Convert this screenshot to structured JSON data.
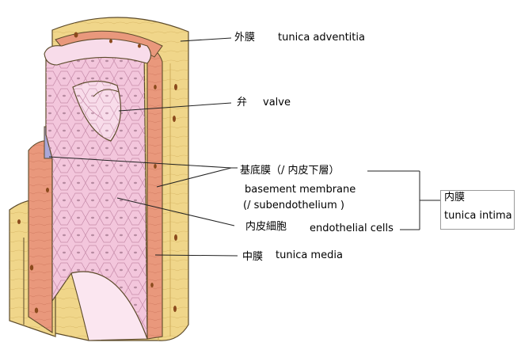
{
  "labels": {
    "adventitia_ja": "外膜",
    "adventitia_en": "tunica adventitia",
    "valve_ja": "弁",
    "valve_en": "valve",
    "basement_ja": "基底膜（/ 内皮下層）",
    "basement_en_1": "basement membrane",
    "basement_en_2": "(/ subendothelium )",
    "endothelial_ja": "内皮細胞",
    "endothelial_en": "endothelial cells",
    "media_ja": "中膜",
    "media_en": "tunica media",
    "intima_ja": "内膜",
    "intima_en": "tunica intima"
  },
  "colors": {
    "adventitia": "#f0d68a",
    "adventitia_dark": "#d9b762",
    "media": "#e9987c",
    "media_dark": "#cf7a60",
    "intima": "#f3c6dc",
    "intima_light": "#f8dcea",
    "basement": "#a9a7d8",
    "nucleus": "#8a4a1c"
  }
}
